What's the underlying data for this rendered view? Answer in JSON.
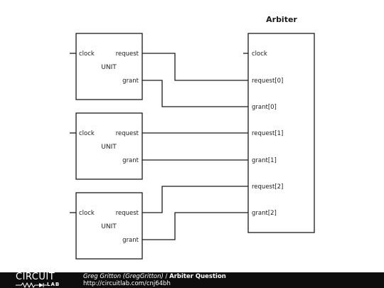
{
  "diagram": {
    "arbiter": {
      "title": "Arbiter",
      "pins": [
        "clock",
        "request[0]",
        "grant[0]",
        "request[1]",
        "grant[1]",
        "request[2]",
        "grant[2]"
      ]
    },
    "units": [
      {
        "name": "UNIT",
        "clock": "clock",
        "request": "request",
        "grant": "grant"
      },
      {
        "name": "UNIT",
        "clock": "clock",
        "request": "request",
        "grant": "grant"
      },
      {
        "name": "UNIT",
        "clock": "clock",
        "request": "request",
        "grant": "grant"
      }
    ]
  },
  "footer": {
    "logo_top": "CIRCUIT",
    "logo_bottom": "LAB",
    "author": "Greg Gritton (GregGritton)",
    "separator": " / ",
    "title": "Arbiter Question",
    "url": "http://circuitlab.com/cnj64bh"
  },
  "colors": {
    "line": "#1a1a1a",
    "footer_bg": "#0d0d0d",
    "footer_text": "#ffffff"
  }
}
